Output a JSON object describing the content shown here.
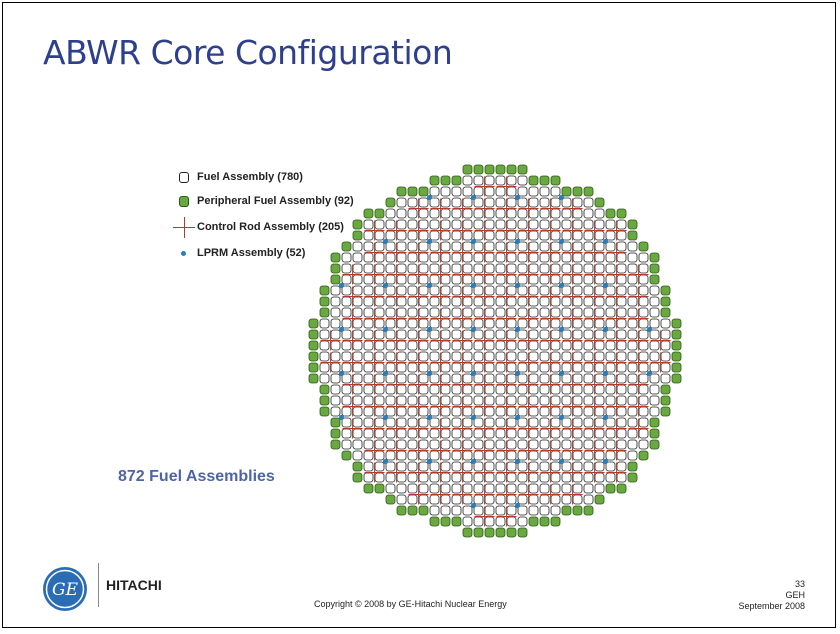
{
  "slide": {
    "title": "ABWR Core Configuration",
    "total_label": "872 Fuel Assemblies",
    "copyright": "Copyright © 2008 by GE-Hitachi Nuclear Energy",
    "page_number": "33",
    "org": "GEH",
    "date": "September 2008",
    "logo_text": "HITACHI",
    "ge_monogram": "GE"
  },
  "legend": [
    {
      "symbol": "fuel-assembly",
      "label": "Fuel Assembly (780)"
    },
    {
      "symbol": "peripheral-fuel-assembly",
      "label": "Peripheral Fuel Assembly (92)"
    },
    {
      "symbol": "control-rod",
      "label": "Control Rod Assembly (205)"
    },
    {
      "symbol": "lprm",
      "label": "LPRM Assembly (52)"
    }
  ],
  "colors": {
    "title": "#2e3f8c",
    "total_label": "#4f64a8",
    "fuel_fill": "#ffffff",
    "fuel_stroke": "#222222",
    "peripheral_fill": "#6aa841",
    "peripheral_stroke": "#2c5a12",
    "control_rod": "#b23a2a",
    "lprm": "#2a7fb8",
    "ge_logo": "#2a6db5"
  },
  "core_map": {
    "grid_size": 34,
    "rows": [
      {
        "first": 14,
        "last": 19
      },
      {
        "first": 11,
        "last": 22
      },
      {
        "first": 8,
        "last": 25
      },
      {
        "first": 7,
        "last": 26
      },
      {
        "first": 5,
        "last": 28
      },
      {
        "first": 4,
        "last": 29
      },
      {
        "first": 4,
        "last": 29
      },
      {
        "first": 3,
        "last": 30
      },
      {
        "first": 2,
        "last": 31
      },
      {
        "first": 2,
        "last": 31
      },
      {
        "first": 2,
        "last": 31
      },
      {
        "first": 1,
        "last": 32
      },
      {
        "first": 1,
        "last": 32
      },
      {
        "first": 1,
        "last": 32
      },
      {
        "first": 0,
        "last": 33
      },
      {
        "first": 0,
        "last": 33
      },
      {
        "first": 0,
        "last": 33
      },
      {
        "first": 0,
        "last": 33
      },
      {
        "first": 0,
        "last": 33
      },
      {
        "first": 0,
        "last": 33
      },
      {
        "first": 1,
        "last": 32
      },
      {
        "first": 1,
        "last": 32
      },
      {
        "first": 1,
        "last": 32
      },
      {
        "first": 2,
        "last": 31
      },
      {
        "first": 2,
        "last": 31
      },
      {
        "first": 2,
        "last": 31
      },
      {
        "first": 3,
        "last": 30
      },
      {
        "first": 4,
        "last": 29
      },
      {
        "first": 4,
        "last": 29
      },
      {
        "first": 5,
        "last": 28
      },
      {
        "first": 7,
        "last": 26
      },
      {
        "first": 8,
        "last": 25
      },
      {
        "first": 11,
        "last": 22
      },
      {
        "first": 14,
        "last": 19
      }
    ]
  }
}
